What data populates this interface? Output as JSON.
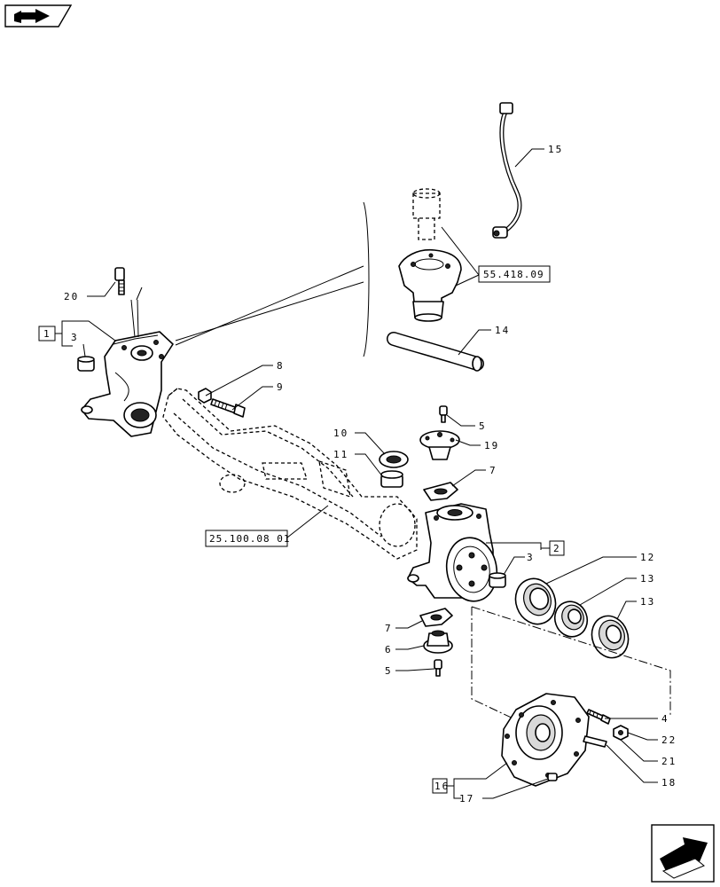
{
  "references": {
    "ref_top": "55.418.09",
    "ref_axle": "25.100.08 01"
  },
  "part_labels": {
    "p1": "1",
    "p2": "2",
    "p3a": "3",
    "p3b": "3",
    "p4": "4",
    "p5a": "5",
    "p5b": "5",
    "p6": "6",
    "p7a": "7",
    "p7b": "7",
    "p8": "8",
    "p9": "9",
    "p10": "10",
    "p11": "11",
    "p12": "12",
    "p13a": "13",
    "p13b": "13",
    "p14": "14",
    "p15": "15",
    "p16": "16",
    "p17": "17",
    "p18": "18",
    "p19": "19",
    "p20": "20",
    "p21": "21",
    "p22": "22"
  },
  "navigation": {
    "top_icon": "book-arrow-icon",
    "bottom_icon": "next-page-arrow-icon"
  }
}
